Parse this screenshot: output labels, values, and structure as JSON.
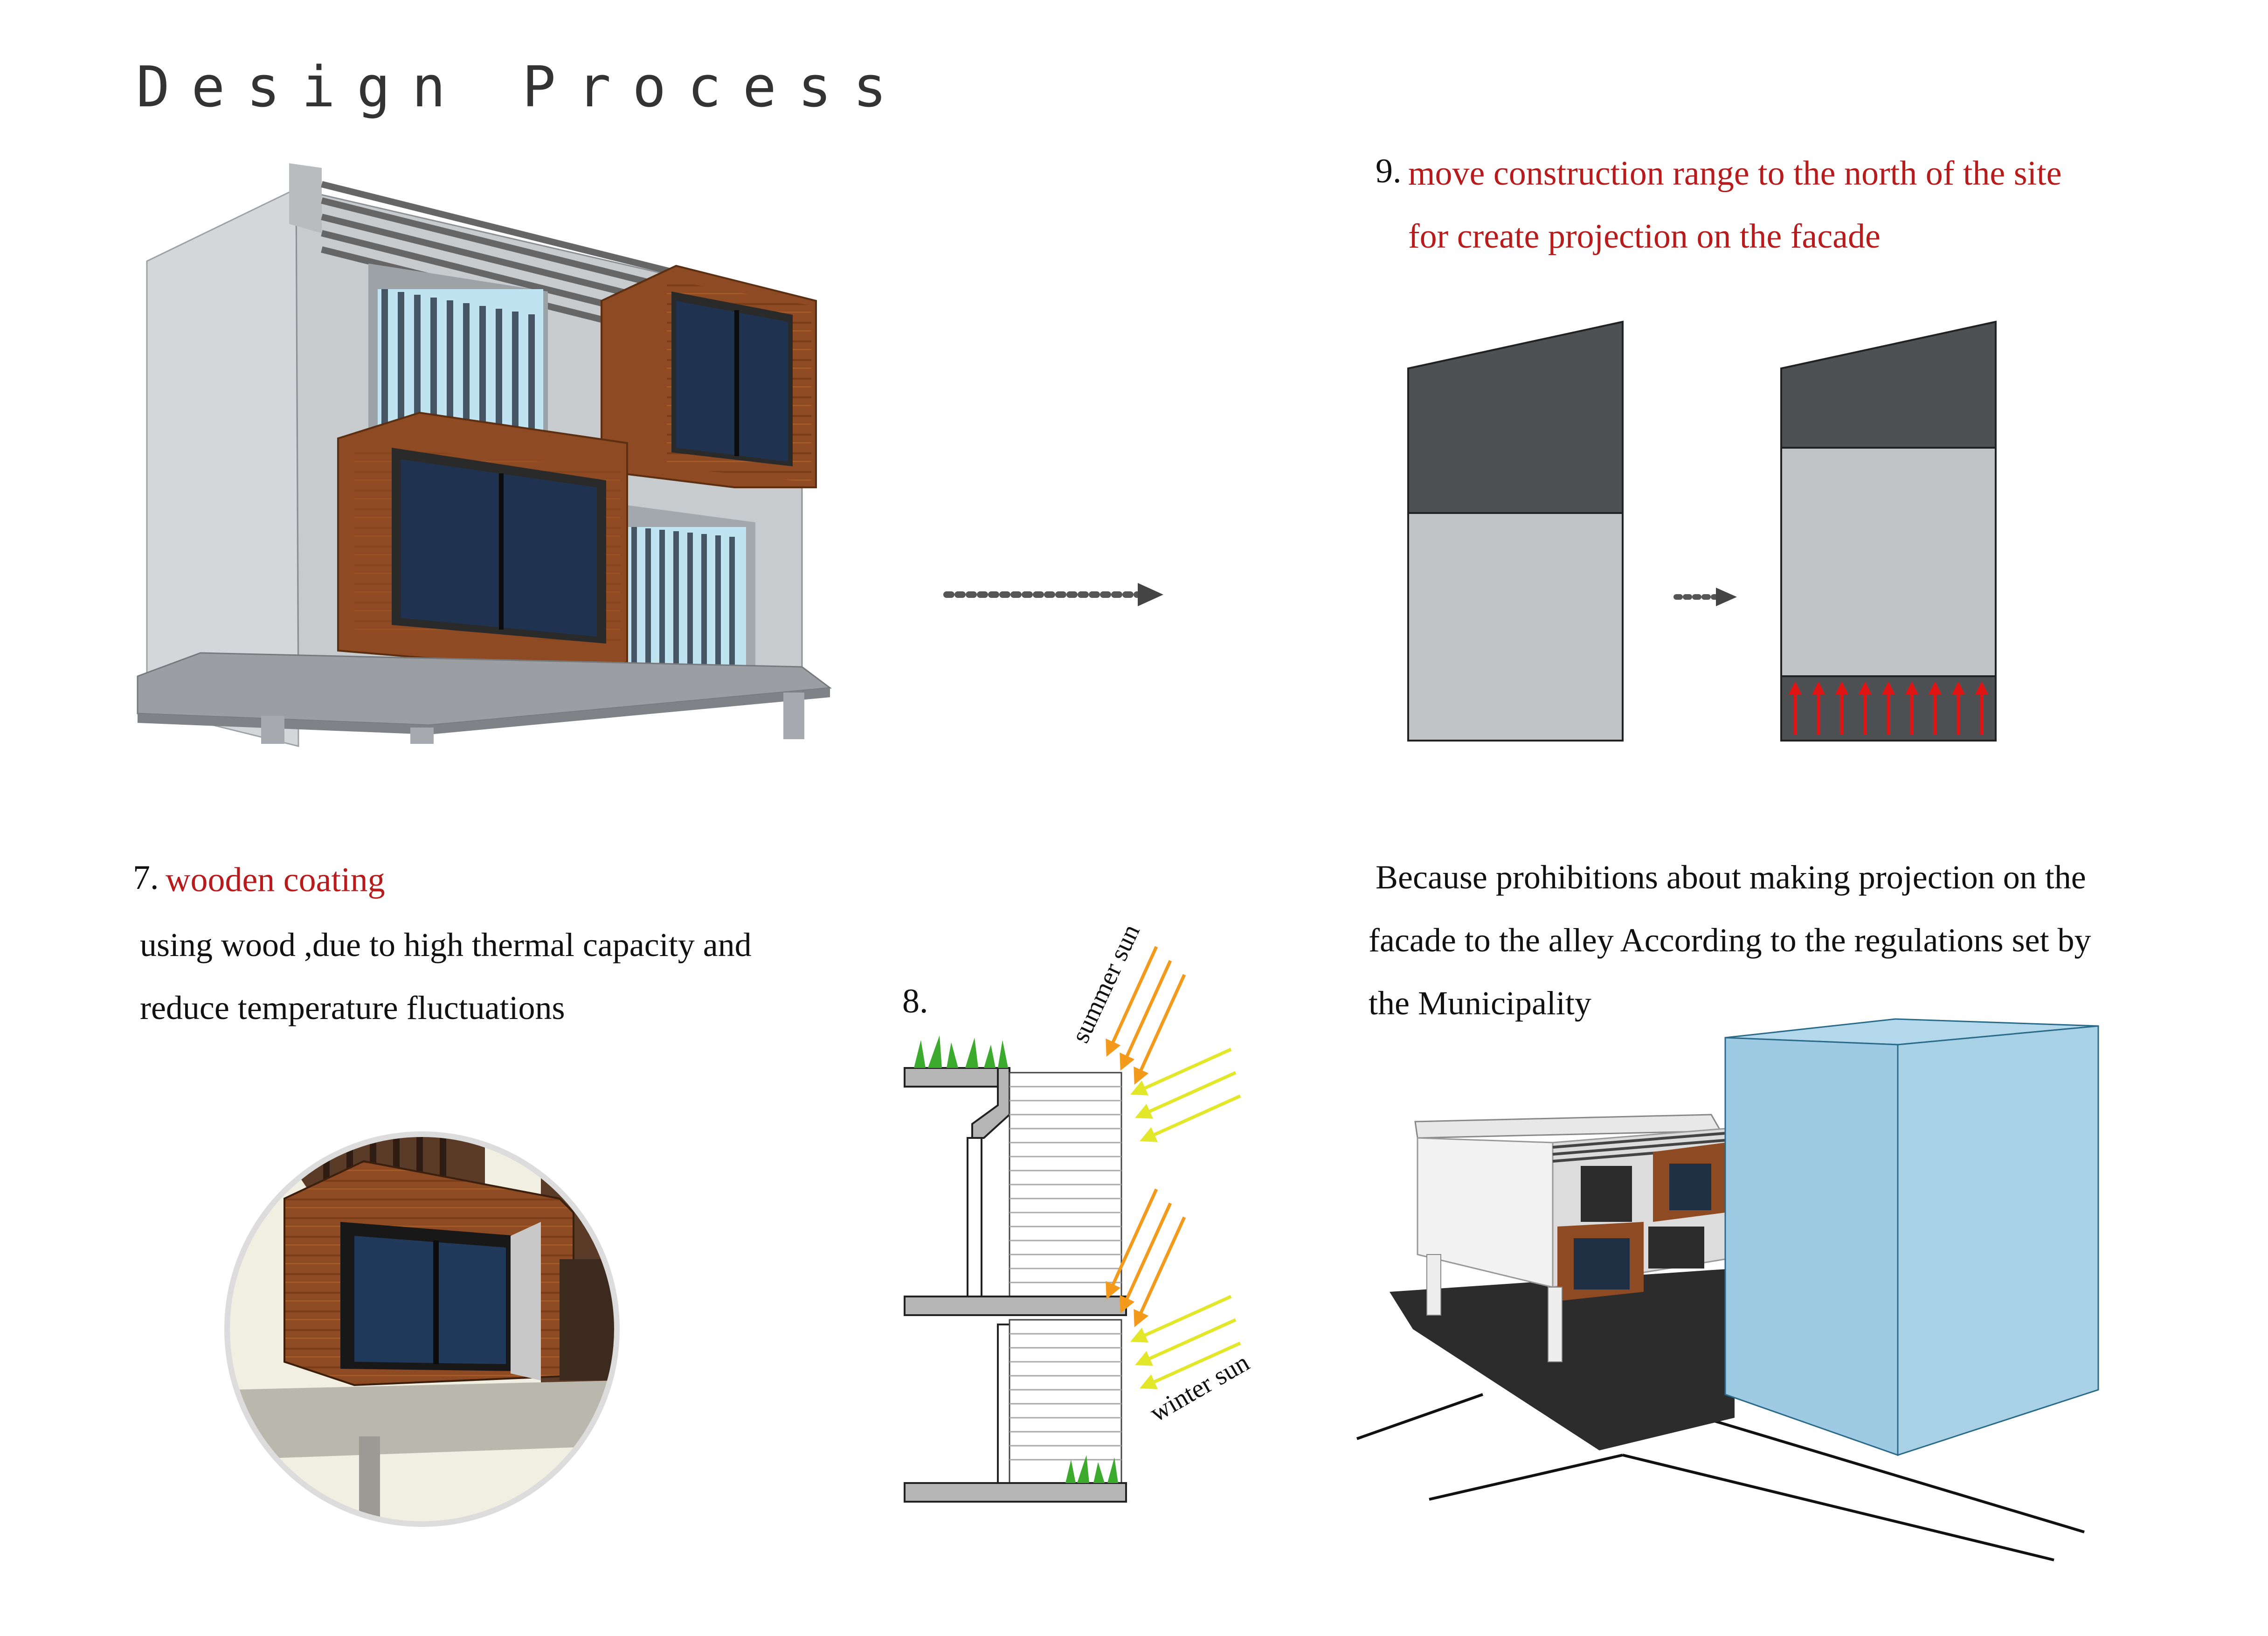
{
  "page": {
    "title": "Design Process"
  },
  "steps": {
    "s9": {
      "number": "9.",
      "line1": "move construction range to the north of the site",
      "line2": "for create projection on the facade"
    },
    "s7": {
      "number": "7.",
      "heading": "wooden coating",
      "line1": "using wood ,due to high thermal capacity and",
      "line2": "reduce temperature fluctuations"
    },
    "s8": {
      "number": "8.",
      "summer_label": "summer sun",
      "winter_label": "winter sun"
    },
    "note": {
      "line1": "Because prohibitions about making projection on the",
      "line2": "facade to the alley According to the regulations set by",
      "line3": "the Municipality"
    }
  },
  "colors": {
    "accent_red": "#b81b1b",
    "wood": "#8e4a22",
    "wall": "#c9ccd0",
    "dark_block": "#4d5154",
    "light_block": "#bfc3c6",
    "glass": "#1f3350",
    "neighbor": "#9ecbe3",
    "summer_sun": "#f39a1c",
    "winter_sun": "#e2e72a",
    "arrow_red": "#e11414",
    "grass": "#3caa2c"
  }
}
